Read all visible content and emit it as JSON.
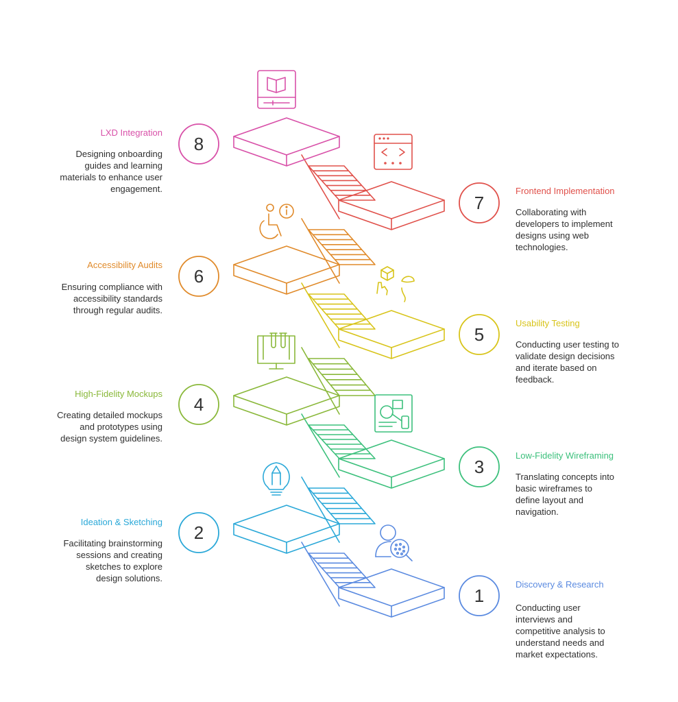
{
  "steps": [
    {
      "number": "1",
      "title": "Discovery & Research",
      "description": [
        "Conducting user",
        "interviews and",
        "competitive analysis to",
        "understand needs and",
        "market expectations."
      ],
      "color": "#5a8ae0",
      "icon": "user-search-icon"
    },
    {
      "number": "2",
      "title": "Ideation & Sketching",
      "description": [
        "Facilitating brainstorming",
        "sessions and creating",
        "sketches to explore",
        "design solutions."
      ],
      "color": "#2aa8d8",
      "icon": "pencil-bulb-icon"
    },
    {
      "number": "3",
      "title": "Low-Fidelity Wireframing",
      "description": [
        "Translating concepts into",
        "basic wireframes to",
        "define layout and",
        "navigation."
      ],
      "color": "#3cc07c",
      "icon": "wireframe-icon"
    },
    {
      "number": "4",
      "title": "High-Fidelity Mockups",
      "description": [
        "Creating detailed mockups",
        "and prototypes using",
        "design system guidelines."
      ],
      "color": "#8ab83a",
      "icon": "monitor-design-icon"
    },
    {
      "number": "5",
      "title": "Usability Testing",
      "description": [
        "Conducting user testing to",
        "validate design decisions",
        "and iterate based on",
        "feedback."
      ],
      "color": "#d8c41a",
      "icon": "usability-test-icon"
    },
    {
      "number": "6",
      "title": "Accessibility Audits",
      "description": [
        "Ensuring compliance with",
        "accessibility standards",
        "through regular audits."
      ],
      "color": "#e08a2a",
      "icon": "accessibility-icon"
    },
    {
      "number": "7",
      "title": "Frontend Implementation",
      "description": [
        "Collaborating with",
        "developers to implement",
        "designs using web",
        "technologies."
      ],
      "color": "#e0504a",
      "icon": "code-window-icon"
    },
    {
      "number": "8",
      "title": "LXD Integration",
      "description": [
        "Designing onboarding",
        "guides and learning",
        "materials to enhance user",
        "engagement."
      ],
      "color": "#d850a8",
      "icon": "book-icon"
    }
  ]
}
